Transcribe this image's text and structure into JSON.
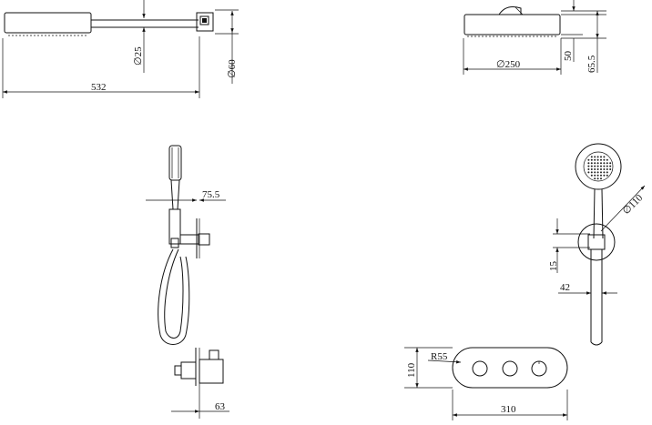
{
  "dimensions": {
    "head_length": "532",
    "arm_diameter": "∅25",
    "flange_diameter": "∅60",
    "head_height": "50",
    "total_height": "65.5",
    "head_diameter": "∅250",
    "hand_offset": "75.5",
    "bracket_diameter": "∅110",
    "outlet_height": "15",
    "bracket_depth": "42",
    "valve_depth": "63",
    "plate_height": "110",
    "plate_radius": "R55",
    "plate_width": "310"
  }
}
